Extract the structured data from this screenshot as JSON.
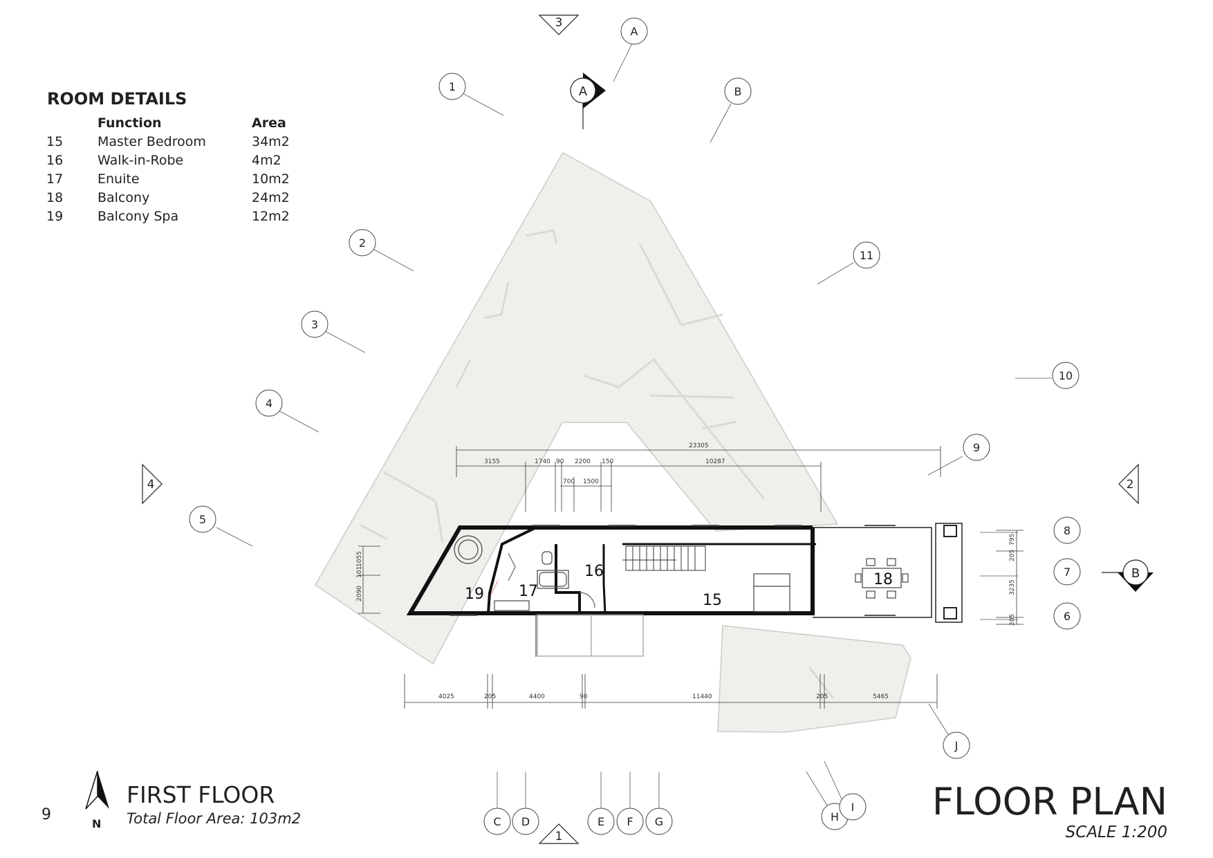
{
  "room_details": {
    "title": "ROOM DETAILS",
    "header_function": "Function",
    "header_area": "Area",
    "rows": [
      {
        "num": "15",
        "function": "Master Bedroom",
        "area": "34m2"
      },
      {
        "num": "16",
        "function": "Walk-in-Robe",
        "area": "4m2"
      },
      {
        "num": "17",
        "function": "Enuite",
        "area": "10m2"
      },
      {
        "num": "18",
        "function": "Balcony",
        "area": "24m2"
      },
      {
        "num": "19",
        "function": "Balcony Spa",
        "area": "12m2"
      }
    ]
  },
  "page_number": "9",
  "north_label": "N",
  "floor": {
    "title": "FIRST FLOOR",
    "area_text": "Total Floor Area: 103m2"
  },
  "drawing": {
    "title": "FLOOR PLAN",
    "scale": "SCALE 1:200"
  },
  "room_labels": {
    "r15": "15",
    "r16": "16",
    "r17": "17",
    "r18": "18",
    "r19": "19"
  },
  "grid_numbers": [
    "1",
    "2",
    "3",
    "4",
    "5",
    "6",
    "7",
    "8",
    "9",
    "10",
    "11"
  ],
  "grid_letters": [
    "A",
    "B",
    "C",
    "D",
    "E",
    "F",
    "G",
    "H",
    "I",
    "J"
  ],
  "elevation_markers": {
    "top": "3",
    "bottom": "1",
    "left": "4",
    "right": "2"
  },
  "section_markers": {
    "a": "A",
    "b": "B"
  },
  "dimensions_top": {
    "overall": "23305",
    "d1": "3155",
    "d2": "1740",
    "d3": "90",
    "d4": "2200",
    "d5": "150",
    "d6": "10287",
    "d7": "700",
    "d8": "1500"
  },
  "dimensions_bottom": {
    "d1": "4025",
    "d2": "205",
    "d3": "4400",
    "d4": "90",
    "d5": "11440",
    "d6": "205",
    "d7": "5465"
  },
  "dimensions_right": {
    "d1": "795",
    "d2": "205",
    "d3": "3235",
    "d4": "205"
  },
  "dimensions_left": {
    "d1": "1055",
    "d2": "101",
    "d3": "2090"
  },
  "colors": {
    "ghost_fill": "#eef0ec",
    "ghost_stroke": "#c9ccc6",
    "wall": "#111111"
  }
}
